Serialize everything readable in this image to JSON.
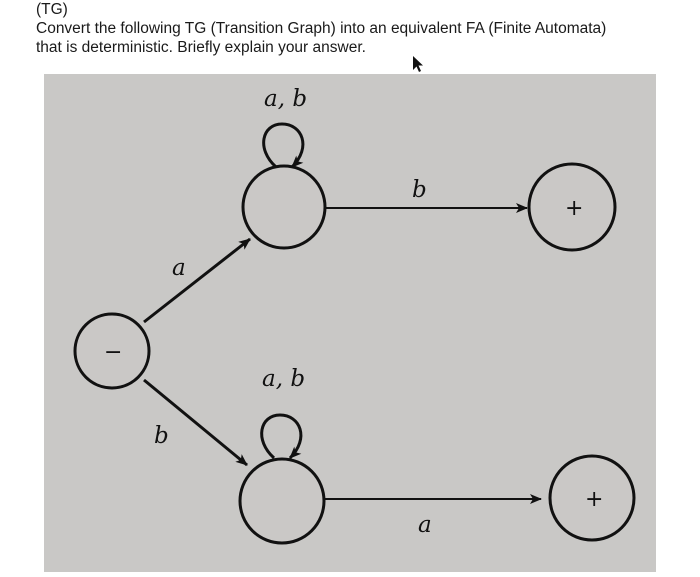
{
  "question": {
    "tag": "(TG)",
    "line1": "Convert the following TG (Transition Graph) into an equivalent FA (Finite Automata)",
    "line2": "that is deterministic. Briefly explain your answer."
  },
  "diagram": {
    "states": [
      {
        "id": "start",
        "label": "−"
      },
      {
        "id": "upper",
        "label": ""
      },
      {
        "id": "lower",
        "label": ""
      },
      {
        "id": "final_upper",
        "label": "+"
      },
      {
        "id": "final_lower",
        "label": "+"
      }
    ],
    "transitions": [
      {
        "from": "start",
        "to": "upper",
        "label": "a"
      },
      {
        "from": "start",
        "to": "lower",
        "label": "b"
      },
      {
        "from": "upper",
        "to": "upper",
        "label": "a, b"
      },
      {
        "from": "lower",
        "to": "lower",
        "label": "a, b"
      },
      {
        "from": "upper",
        "to": "final_upper",
        "label": "b"
      },
      {
        "from": "lower",
        "to": "final_lower",
        "label": "a"
      }
    ]
  }
}
